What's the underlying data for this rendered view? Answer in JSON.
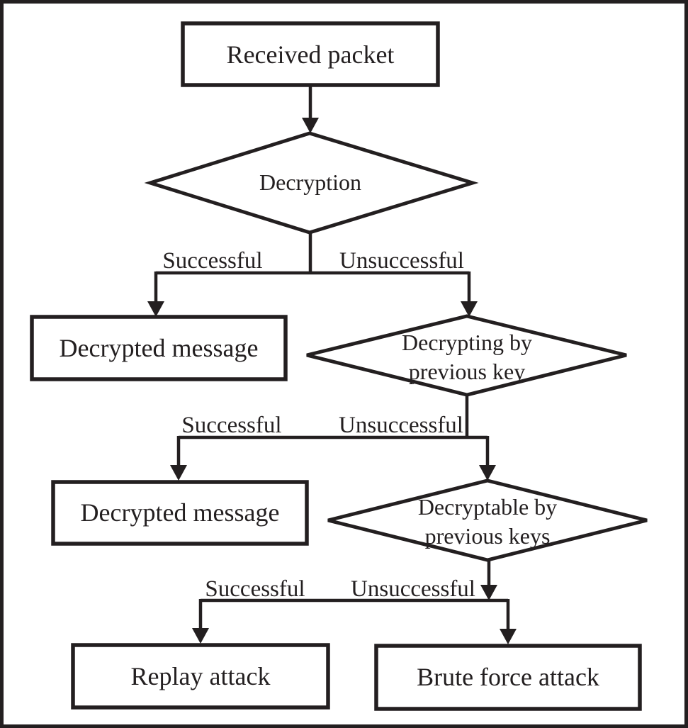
{
  "canvas": {
    "background_color": "#ffffff",
    "ink_color": "#231f20"
  },
  "diagram": {
    "type": "flowchart",
    "nodes": {
      "received_packet": {
        "shape": "rect",
        "label": "Received packet"
      },
      "decryption": {
        "shape": "diamond",
        "label": "Decryption"
      },
      "decrypted_message_1": {
        "shape": "rect",
        "label": "Decrypted message"
      },
      "decrypting_by_previous_key": {
        "shape": "diamond",
        "line1": "Decrypting by",
        "line2": "previous key"
      },
      "decrypted_message_2": {
        "shape": "rect",
        "label": "Decrypted message"
      },
      "decryptable_by_previous_keys": {
        "shape": "diamond",
        "line1": "Decryptable by",
        "line2": "previous keys"
      },
      "replay_attack": {
        "shape": "rect",
        "label": "Replay attack"
      },
      "brute_force_attack": {
        "shape": "rect",
        "label": "Brute force attack"
      }
    },
    "branches": {
      "b1": {
        "success": "Successful",
        "fail": "Unsuccessful"
      },
      "b2": {
        "success": "Successful",
        "fail": "Unsuccessful"
      },
      "b3": {
        "success": "Successful",
        "fail": "Unsuccessful"
      }
    },
    "edges": [
      "received_packet -> decryption",
      "decryption -Successful-> decrypted_message_1",
      "decryption -Unsuccessful-> decrypting_by_previous_key",
      "decrypting_by_previous_key -Successful-> decrypted_message_2",
      "decrypting_by_previous_key -Unsuccessful-> decryptable_by_previous_keys",
      "decryptable_by_previous_keys -Successful-> replay_attack",
      "decryptable_by_previous_keys -Unsuccessful-> brute_force_attack"
    ]
  }
}
